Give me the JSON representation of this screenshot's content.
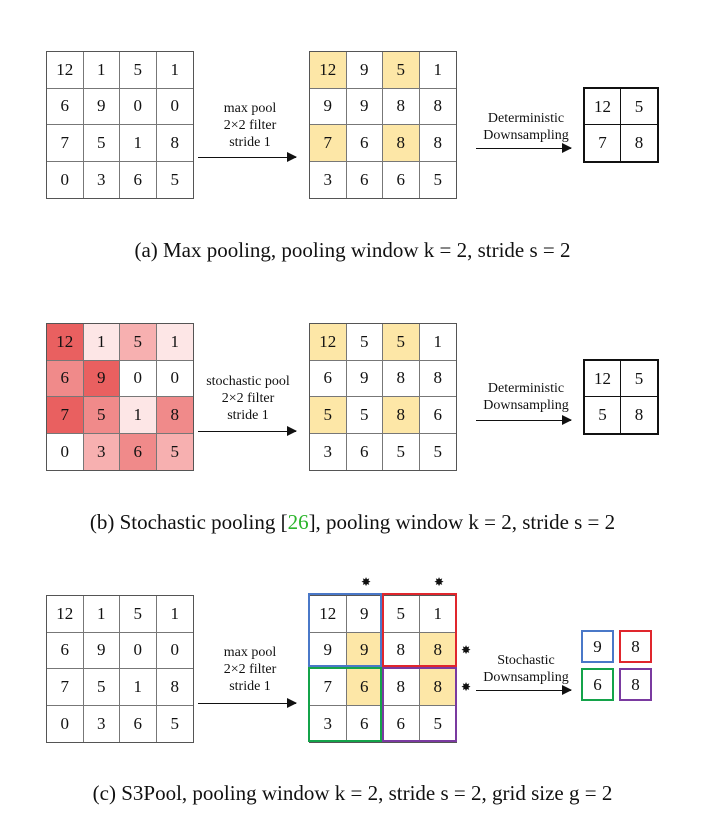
{
  "colors": {
    "yellow": "#fde7a7",
    "blue": "#4a78c8",
    "red": "#e0262d",
    "green": "#14a34a",
    "purple": "#7a3aa0",
    "heat_levels": [
      "#ffffff",
      "#fde6e6",
      "#f7b0b0",
      "#f08a8a",
      "#e96060"
    ]
  },
  "panel_a": {
    "input": [
      "12",
      "1",
      "5",
      "1",
      "6",
      "9",
      "0",
      "0",
      "7",
      "5",
      "1",
      "8",
      "0",
      "3",
      "6",
      "5"
    ],
    "op_lines": [
      "max pool",
      "2×2 filter",
      "stride 1"
    ],
    "pooled": [
      "12",
      "9",
      "5",
      "1",
      "9",
      "9",
      "8",
      "8",
      "7",
      "6",
      "8",
      "8",
      "3",
      "6",
      "6",
      "5"
    ],
    "pooled_highlight": [
      0,
      2,
      8,
      10
    ],
    "down_lines": [
      "Deterministic",
      "Downsampling"
    ],
    "output": [
      "12",
      "5",
      "7",
      "8"
    ],
    "caption": "(a) Max pooling, pooling window k = 2, stride s = 2"
  },
  "panel_b": {
    "input": [
      "12",
      "1",
      "5",
      "1",
      "6",
      "9",
      "0",
      "0",
      "7",
      "5",
      "1",
      "8",
      "0",
      "3",
      "6",
      "5"
    ],
    "input_heat": [
      4,
      1,
      2,
      1,
      3,
      4,
      0,
      0,
      4,
      3,
      1,
      3,
      0,
      2,
      3,
      2
    ],
    "op_lines": [
      "stochastic pool",
      "2×2 filter",
      "stride 1"
    ],
    "pooled": [
      "12",
      "5",
      "5",
      "1",
      "6",
      "9",
      "8",
      "8",
      "5",
      "5",
      "8",
      "6",
      "3",
      "6",
      "5",
      "5"
    ],
    "pooled_highlight": [
      0,
      2,
      8,
      10
    ],
    "down_lines": [
      "Deterministic",
      "Downsampling"
    ],
    "output": [
      "12",
      "5",
      "5",
      "8"
    ],
    "caption_prefix": "(b) Stochastic pooling [",
    "caption_ref": "26",
    "caption_suffix": "], pooling window k = 2, stride s = 2"
  },
  "panel_c": {
    "input": [
      "12",
      "1",
      "5",
      "1",
      "6",
      "9",
      "0",
      "0",
      "7",
      "5",
      "1",
      "8",
      "0",
      "3",
      "6",
      "5"
    ],
    "op_lines": [
      "max pool",
      "2×2 filter",
      "stride 1"
    ],
    "pooled": [
      "12",
      "9",
      "5",
      "1",
      "9",
      "9",
      "8",
      "8",
      "7",
      "6",
      "8",
      "8",
      "3",
      "6",
      "6",
      "5"
    ],
    "pooled_highlight": [
      5,
      7,
      9,
      11
    ],
    "down_lines": [
      "Stochastic",
      "Downsampling"
    ],
    "output": [
      "9",
      "8",
      "6",
      "8"
    ],
    "caption": "(c) S3Pool, pooling window k = 2, stride s = 2, grid size g = 2"
  }
}
